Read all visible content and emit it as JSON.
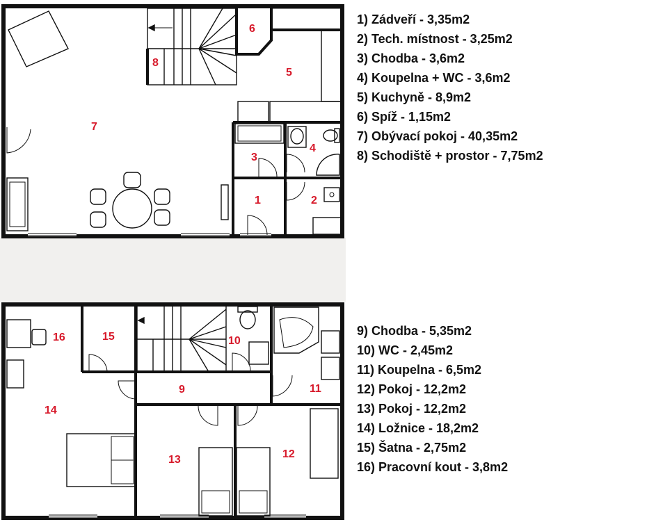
{
  "plans": {
    "ground_floor": {
      "rooms": [
        {
          "num": "1"
        },
        {
          "num": "2"
        },
        {
          "num": "3"
        },
        {
          "num": "4"
        },
        {
          "num": "5"
        },
        {
          "num": "6"
        },
        {
          "num": "7"
        },
        {
          "num": "8"
        }
      ],
      "legend": [
        "1) Zádveří - 3,35m2",
        "2) Tech. místnost - 3,25m2",
        "3) Chodba - 3,6m2",
        "4) Koupelna + WC - 3,6m2",
        "5) Kuchyně - 8,9m2",
        "6) Spíž - 1,15m2",
        "7) Obývací pokoj - 40,35m2",
        "8) Schodiště + prostor - 7,75m2"
      ]
    },
    "upper_floor": {
      "rooms": [
        {
          "num": "9"
        },
        {
          "num": "10"
        },
        {
          "num": "11"
        },
        {
          "num": "12"
        },
        {
          "num": "13"
        },
        {
          "num": "14"
        },
        {
          "num": "15"
        },
        {
          "num": "16"
        }
      ],
      "legend": [
        "9) Chodba - 5,35m2",
        "10) WC - 2,45m2",
        "11) Koupelna - 6,5m2",
        "12) Pokoj - 12,2m2",
        "13) Pokoj - 12,2m2",
        "14) Ložnice - 18,2m2",
        "15) Šatna - 2,75m2",
        "16) Pracovní kout - 3,8m2"
      ]
    }
  },
  "colors": {
    "wall": "#111111",
    "label": "#d7192a",
    "furniture": "#555555",
    "gap": "#f1f0ee"
  }
}
